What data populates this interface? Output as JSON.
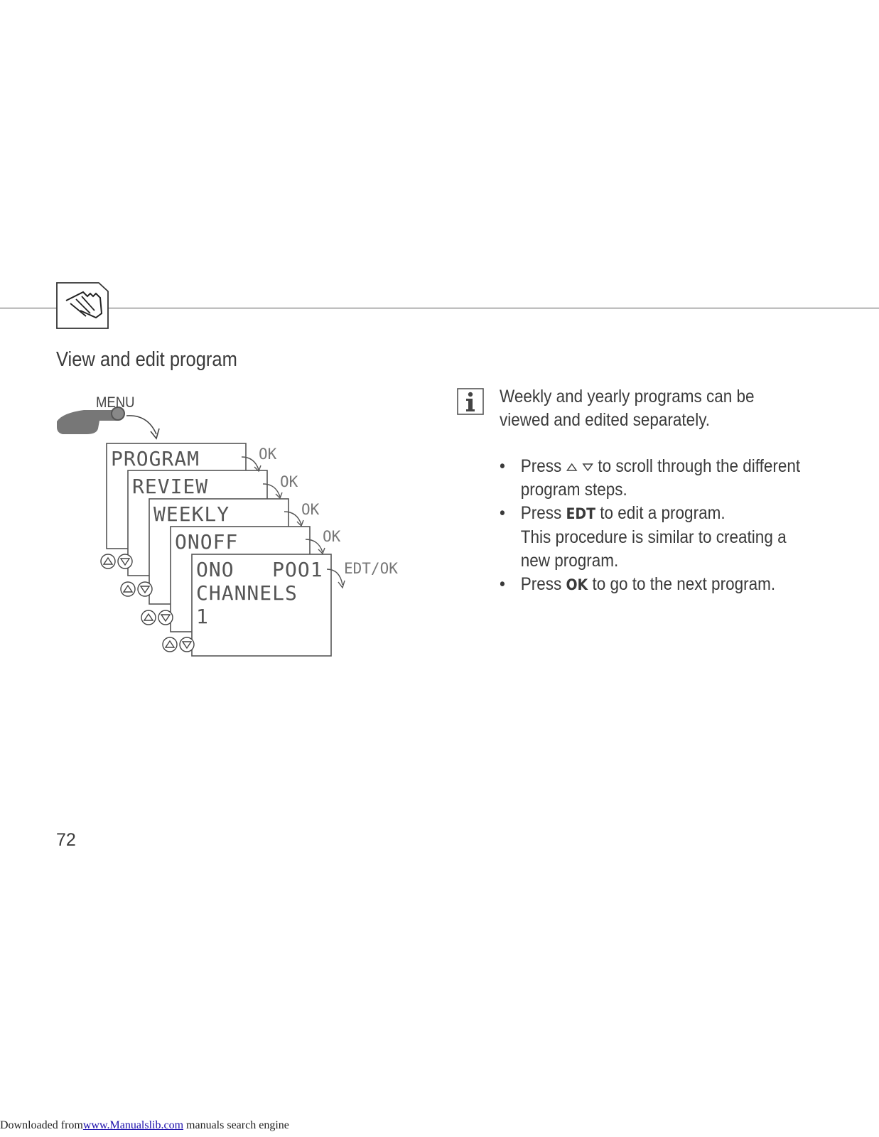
{
  "section": {
    "title": "View and edit program",
    "icon": "hand-pointer-icon"
  },
  "diagram": {
    "menu_label": "MENU",
    "screens": [
      "PROGRAM",
      "REVIEW",
      "WEEKLY",
      "ONOFF"
    ],
    "final_screen_lines": [
      "ONO   POO1",
      "CHANNELS",
      "1"
    ],
    "ok_labels": [
      "OK",
      "OK",
      "OK",
      "OK"
    ],
    "edit_label": "EDT/OK"
  },
  "info": {
    "icon": "info-icon",
    "lines": [
      "Weekly and yearly programs can be",
      "viewed and edited separately."
    ]
  },
  "bullets": {
    "b1_pre": "Press",
    "b1_post": "to scroll through the different",
    "b1_cont": "program steps.",
    "b2_pre": "Press",
    "b2_key": "EDT",
    "b2_post": "to edit a program.",
    "b2_cont1": "This procedure is similar to creating a",
    "b2_cont2": "new program.",
    "b3_pre": "Press",
    "b3_key": "OK",
    "b3_post": "to go to the next program."
  },
  "page_number": "72",
  "footer": {
    "prefix": "Downloaded from",
    "link": "www.Manualslib.com",
    "suffix": "manuals search engine"
  }
}
